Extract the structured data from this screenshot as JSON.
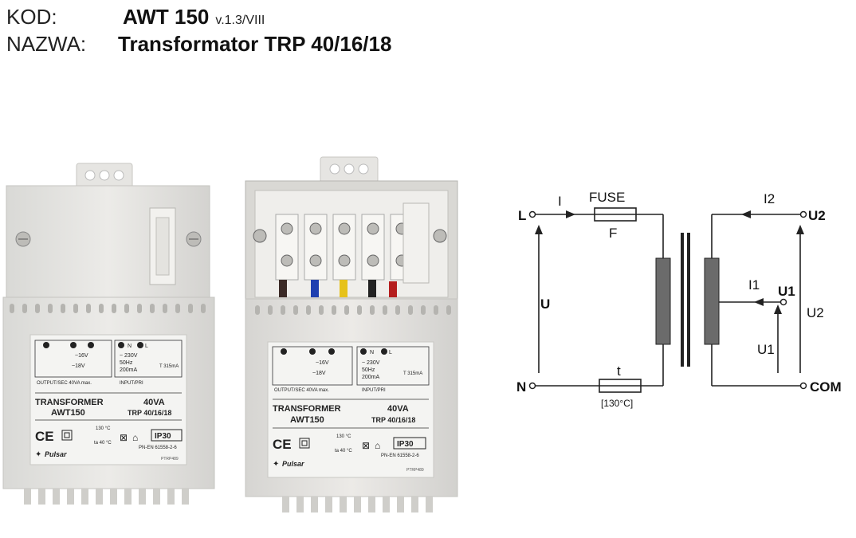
{
  "header": {
    "code_label": "KOD:",
    "code_value": "AWT 150",
    "version": "v.1.3/VIII",
    "name_label": "NAZWA:",
    "name_value": "Transformator TRP 40/16/18"
  },
  "photo_left": {
    "output_text": "OUTPUT/SEC 40VA max.",
    "out_16": "~16V",
    "out_18": "~18V",
    "input_n": "N",
    "input_l": "L",
    "input_voltage": "~ 230V",
    "input_freq": "50Hz",
    "input_current": "200mA",
    "fuse_rating": "T 315mA",
    "input_text": "INPUT/PRI",
    "product_type": "TRANSFORMER",
    "product_code": "AWT150",
    "power": "40VA",
    "model": "TRP 40/16/18",
    "temp_max": "130 °C",
    "temp_amb": "ta 40 °C",
    "ip_rating": "IP30",
    "norm": "PN-EN 61558-2-6",
    "brand": "Pulsar",
    "code_small": "PTRP489"
  },
  "photo_right": {
    "output_text": "OUTPUT/SEC 40VA max.",
    "out_16": "~16V",
    "out_18": "~18V",
    "input_n": "N",
    "input_l": "L",
    "input_voltage": "~ 230V",
    "input_freq": "50Hz",
    "input_current": "200mA",
    "fuse_rating": "T 315mA",
    "input_text": "INPUT/PRI",
    "product_type": "TRANSFORMER",
    "product_code": "AWT150",
    "power": "40VA",
    "model": "TRP 40/16/18",
    "temp_max": "130 °C",
    "temp_amb": "ta 40 °C",
    "ip_rating": "IP30",
    "norm": "PN-EN 61558-2-6",
    "brand": "Pulsar",
    "code_small": "PTRP489"
  },
  "schematic": {
    "L": "L",
    "N": "N",
    "I": "I",
    "fuse": "FUSE",
    "F": "F",
    "U": "U",
    "t": "t",
    "thermal": "[130°C]",
    "I2": "I2",
    "U2_terminal": "U2",
    "U1_terminal": "U1",
    "I1": "I1",
    "U2_arrow": "U2",
    "U1_arrow": "U1",
    "COM": "COM"
  }
}
